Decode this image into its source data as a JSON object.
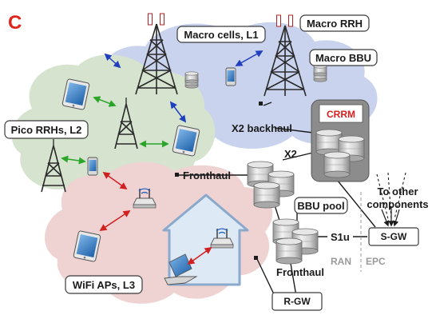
{
  "panel_letter": "C",
  "labels": {
    "macro_cells": "Macro cells, L1",
    "macro_rrh": "Macro RRH",
    "macro_bbu": "Macro BBU",
    "pico_rrhs": "Pico RRHs, L2",
    "wifi_aps": "WiFi APs, L3",
    "x2_backhaul": "X2 backhaul",
    "crrm": "CRRM",
    "x2": "X2",
    "fronthaul_left": "Fronthaul",
    "bbu_pool": "BBU pool",
    "to_other_line1": "To other",
    "to_other_line2": "components",
    "s1u": "S1u",
    "s_gw": "S-GW",
    "ran": "RAN",
    "epc": "EPC",
    "fronthaul_bottom": "Fronthaul",
    "r_gw": "R-GW"
  },
  "colors": {
    "macro_cloud": "#c9d3ee",
    "pico_cloud": "#d6e4cf",
    "wifi_cloud": "#efd3d3",
    "house_fill": "#dde9f4",
    "house_stroke": "#8aa9cc",
    "crrm_box": "#8c8c8c",
    "blue_arrow": "#1f3fbf",
    "green_arrow": "#2aa52a",
    "red_arrow": "#d22020",
    "black_arrow": "#1c1c1c"
  }
}
